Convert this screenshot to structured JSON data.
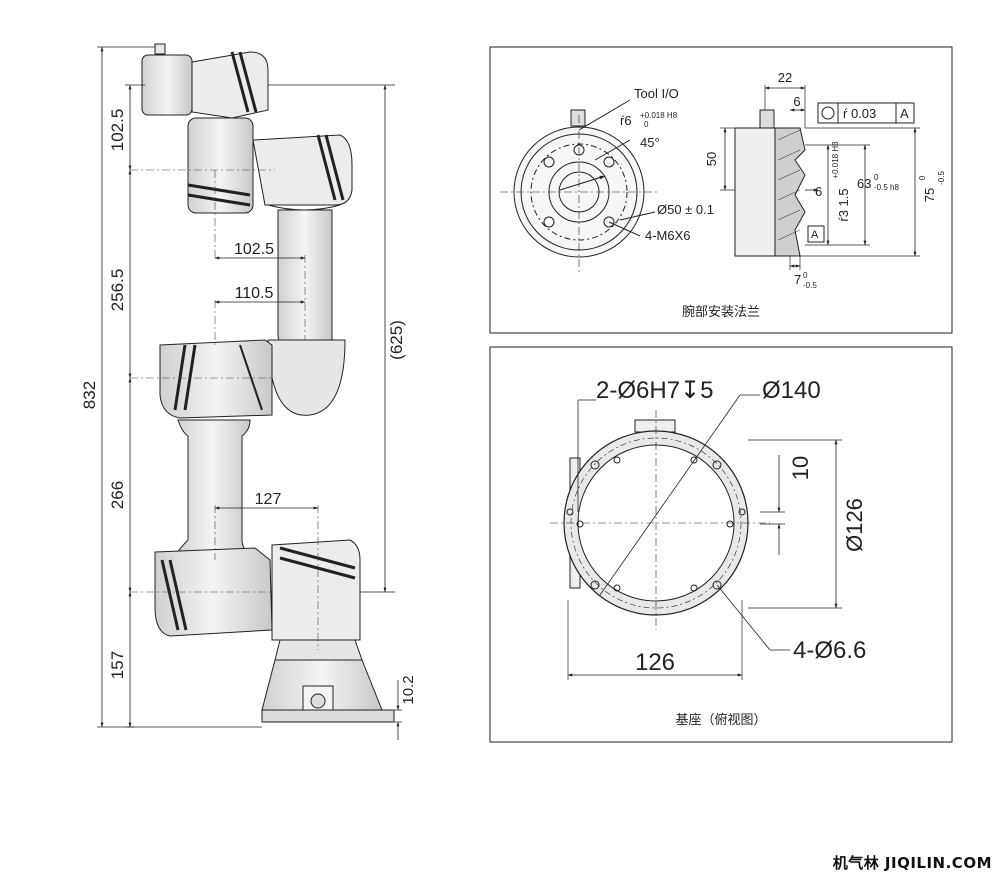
{
  "arm_dimensions": {
    "height_total": "832",
    "seg_top": "102.5",
    "seg_upper": "256.5",
    "seg_lower": "266",
    "seg_base": "157",
    "reach": "(625)",
    "base_plate": "10.2",
    "offset_a": "102.5",
    "offset_b": "110.5",
    "offset_c": "127"
  },
  "wrist_flange": {
    "caption": "腕部安装法兰",
    "tool_io": "Tool I/O",
    "pin_fit": "ŕ6",
    "pin_fit_tol": "+0.018 H8",
    "pin_fit_tol_low": "0",
    "angle": "45°",
    "bolt_circle": "Ø50 ± 0.1",
    "threads": "4-M6X6",
    "dim_22": "22",
    "dim_6_top": "6",
    "dim_50": "50",
    "flatness": "ŕ 0.03",
    "datum": "A",
    "dim_6_mid": "6",
    "dim_31_5": "ŕ3 1.5",
    "dim_31_5_tol": "+0.018 H8",
    "dim_63": "63",
    "dim_63_tol": "-0.5 h8",
    "dim_75": "75",
    "dim_75_tol": "-0.5",
    "dim_7": "7",
    "dim_7_tol": "-0.5",
    "tol_zero": "0"
  },
  "base_view": {
    "caption": "基座（俯视图）",
    "pin_holes": "2-Ø6H7↧5",
    "outer_diameter": "Ø140",
    "offset_10": "10",
    "inner_diameter": "Ø126",
    "mount_holes": "4-Ø6.6",
    "width": "126"
  },
  "watermark": "机气林 JIQILIN.COM"
}
